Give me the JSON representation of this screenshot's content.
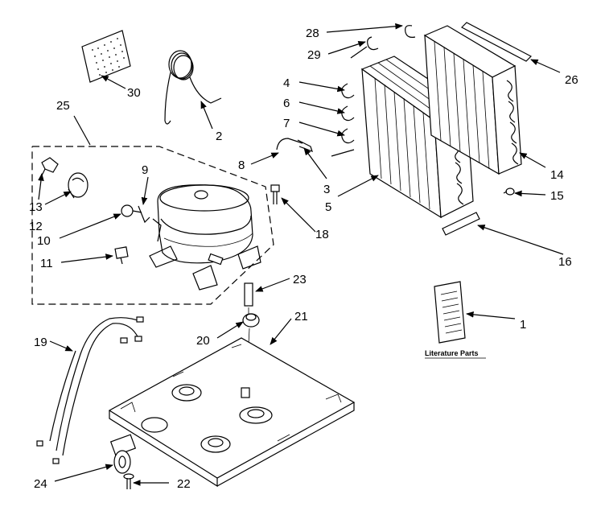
{
  "callouts": {
    "c1": "1",
    "c2": "2",
    "c3": "3",
    "c4": "4",
    "c5": "5",
    "c6": "6",
    "c7": "7",
    "c8": "8",
    "c9": "9",
    "c10": "10",
    "c11": "11",
    "c12": "12",
    "c13": "13",
    "c14": "14",
    "c15": "15",
    "c16": "16",
    "c18": "18",
    "c19": "19",
    "c20": "20",
    "c21": "21",
    "c22": "22",
    "c23": "23",
    "c24": "24",
    "c25": "25",
    "c26": "26",
    "c28": "28",
    "c29": "29",
    "c30": "30"
  },
  "literature_label": "Literature Parts"
}
